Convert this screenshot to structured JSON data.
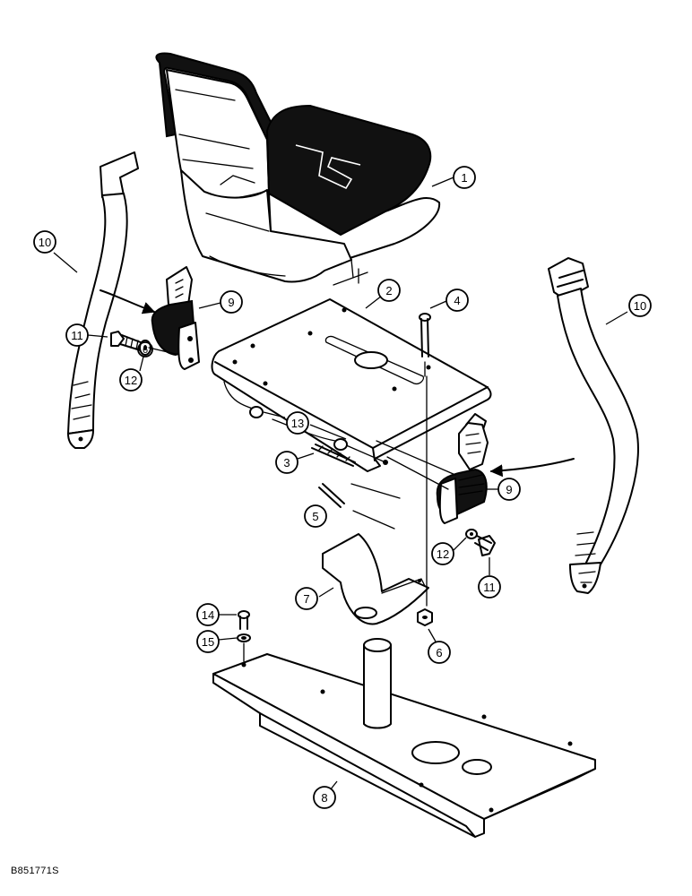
{
  "figure_code": "B851771S",
  "callouts": [
    {
      "id": "c1",
      "number": "1"
    },
    {
      "id": "c2",
      "number": "2"
    },
    {
      "id": "c3",
      "number": "3"
    },
    {
      "id": "c4",
      "number": "4"
    },
    {
      "id": "c5",
      "number": "5"
    },
    {
      "id": "c6a",
      "number": "6"
    },
    {
      "id": "c6b",
      "number": "6"
    },
    {
      "id": "c7",
      "number": "7"
    },
    {
      "id": "c8",
      "number": "8"
    },
    {
      "id": "c9a",
      "number": "9"
    },
    {
      "id": "c9b",
      "number": "9"
    },
    {
      "id": "c10a",
      "number": "10"
    },
    {
      "id": "c10b",
      "number": "10"
    },
    {
      "id": "c11a",
      "number": "11"
    },
    {
      "id": "c11b",
      "number": "11"
    },
    {
      "id": "c12a",
      "number": "12"
    },
    {
      "id": "c12b",
      "number": "12"
    },
    {
      "id": "c13",
      "number": "13"
    },
    {
      "id": "c14",
      "number": "14"
    },
    {
      "id": "c15",
      "number": "15"
    }
  ]
}
